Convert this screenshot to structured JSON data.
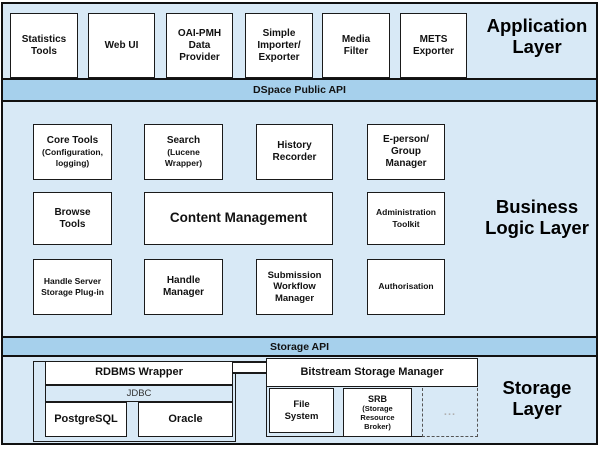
{
  "colors": {
    "layer_bg": "#d8e9f6",
    "api_bar_bg": "#a6d0ec",
    "box_bg": "#ffffff",
    "line": "#1a1a1a"
  },
  "application_layer": {
    "label": [
      "Application",
      "Layer"
    ],
    "boxes": [
      {
        "label": [
          "Statistics",
          "Tools"
        ]
      },
      {
        "label": [
          "Web UI"
        ]
      },
      {
        "label": [
          "OAI-PMH",
          "Data",
          "Provider"
        ]
      },
      {
        "label": [
          "Simple",
          "Importer/",
          "Exporter"
        ]
      },
      {
        "label": [
          "Media",
          "Filter"
        ]
      },
      {
        "label": [
          "METS",
          "Exporter"
        ]
      }
    ]
  },
  "dspace_public_api_bar": {
    "label": "DSpace Public API"
  },
  "business_logic_layer": {
    "label": [
      "Business",
      "Logic Layer"
    ],
    "row1": [
      {
        "label": [
          "Core Tools"
        ],
        "sublabel": [
          "(Configuration,",
          "logging)"
        ]
      },
      {
        "label": [
          "Search"
        ],
        "sublabel": [
          "(Lucene",
          "Wrapper)"
        ]
      },
      {
        "label": [
          "History",
          "Recorder"
        ]
      },
      {
        "label": [
          "E-person/",
          "Group",
          "Manager"
        ]
      }
    ],
    "row2": [
      {
        "label": [
          "Browse",
          "Tools"
        ]
      },
      {
        "label": [
          "Content Management"
        ]
      },
      {
        "label": [
          "Administration",
          "Toolkit"
        ]
      }
    ],
    "row3": [
      {
        "label": [
          "Handle Server",
          "Storage Plug-in"
        ]
      },
      {
        "label": [
          "Handle",
          "Manager"
        ]
      },
      {
        "label": [
          "Submission",
          "Workflow",
          "Manager"
        ]
      },
      {
        "label": [
          "Authorisation"
        ]
      }
    ]
  },
  "storage_api_bar": {
    "label": "Storage API"
  },
  "storage_layer": {
    "label": [
      "Storage",
      "Layer"
    ],
    "rdbms_wrapper": {
      "label": [
        "RDBMS Wrapper"
      ]
    },
    "jdbc": {
      "label": "JDBC"
    },
    "postgresql": {
      "label": [
        "PostgreSQL"
      ]
    },
    "oracle": {
      "label": [
        "Oracle"
      ]
    },
    "bitstream_storage_manager": {
      "label": [
        "Bitstream Storage Manager"
      ]
    },
    "file_system": {
      "label": [
        "File",
        "System"
      ]
    },
    "srb": {
      "label": [
        "SRB"
      ],
      "sublabel": [
        "(Storage",
        "Resource",
        "Broker)"
      ]
    },
    "placeholder_box": {
      "label": "..."
    }
  }
}
